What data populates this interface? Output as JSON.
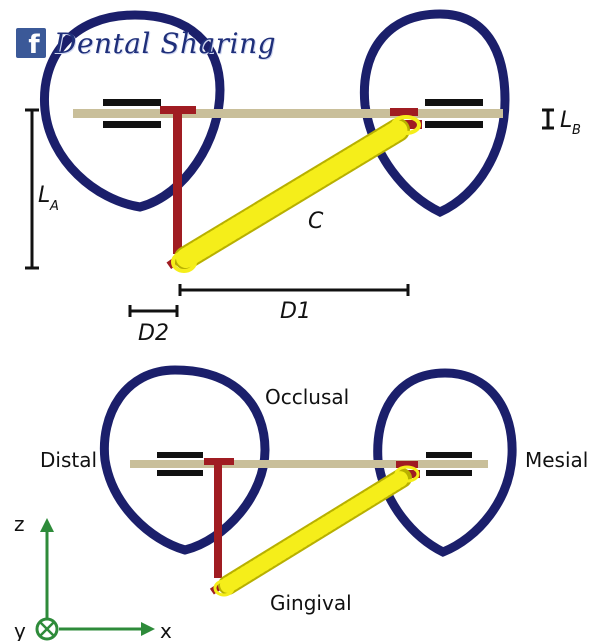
{
  "branding": {
    "icon": "facebook-icon",
    "text": "Dental Sharing",
    "icon_color": "#3b5998",
    "text_color": "#1f2f7a"
  },
  "top_diagram": {
    "label_la": "L",
    "label_la_sub": "A",
    "label_lb": "L",
    "label_lb_sub": "B",
    "label_c": "C",
    "label_d1": "D1",
    "label_d2": "D2"
  },
  "bottom_diagram": {
    "occlusal": "Occlusal",
    "distal": "Distal",
    "mesial": "Mesial",
    "gingival": "Gingival"
  },
  "axes": {
    "z": "z",
    "y": "y",
    "x": "x",
    "color": "#2e8b3a"
  },
  "colors": {
    "tooth_outline": "#1b1f6b",
    "archwire": "#c9bf9a",
    "bracket": "#111111",
    "t_loop": "#a01c22",
    "spring": "#f5ee1a",
    "spring_edge": "#b8b000"
  }
}
